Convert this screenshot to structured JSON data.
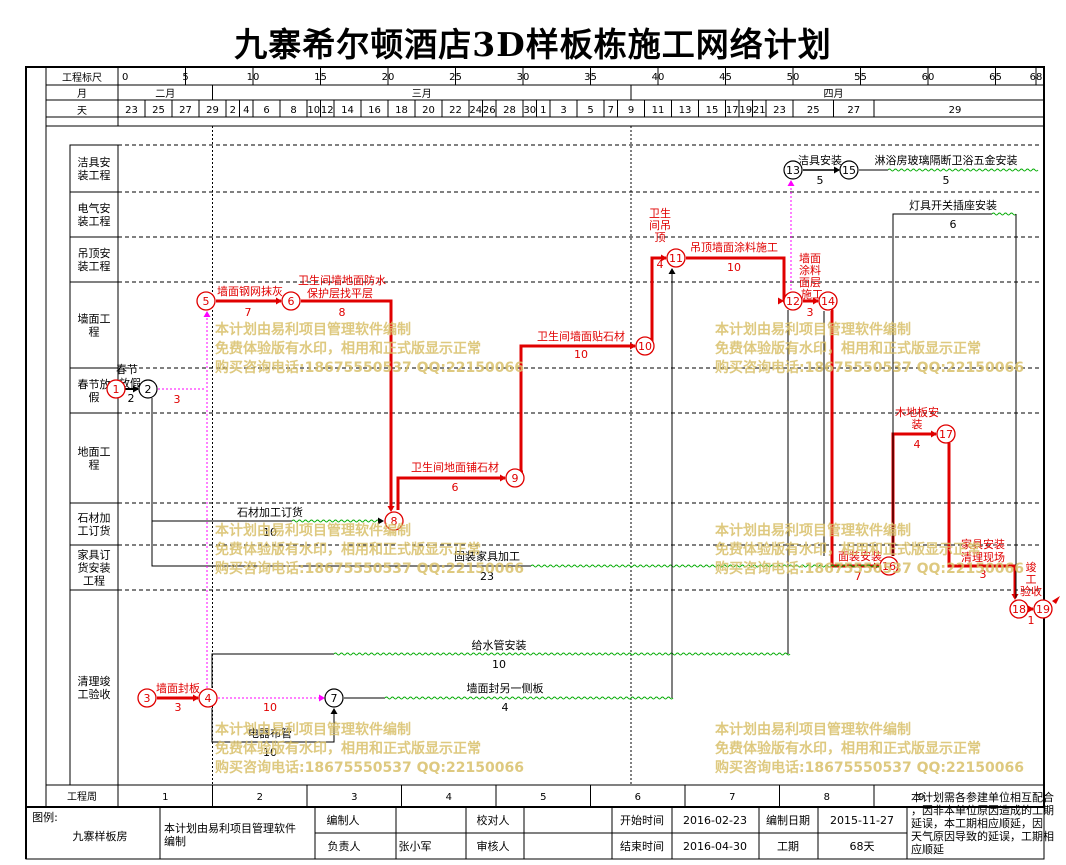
{
  "title": "九寨希尔顿酒店3D样板栋施工网络计划",
  "header": {
    "scale_label": "工程标尺",
    "month_label": "月",
    "day_label": "天",
    "week_label": "工程周",
    "scale_ticks": [
      "0",
      "5",
      "10",
      "15",
      "20",
      "25",
      "30",
      "35",
      "40",
      "45",
      "50",
      "55",
      "60",
      "65",
      "68"
    ],
    "months": [
      "二月",
      "三月",
      "四月"
    ],
    "days": [
      "23",
      "25",
      "27",
      "29",
      "2",
      "4",
      "6",
      "8",
      "10",
      "12",
      "14",
      "16",
      "18",
      "20",
      "22",
      "24",
      "26",
      "28",
      "30",
      "1",
      "3",
      "5",
      "7",
      "9",
      "11",
      "13",
      "15",
      "17",
      "19",
      "21",
      "23",
      "25",
      "27",
      "29"
    ],
    "weeks": [
      "1",
      "2",
      "3",
      "4",
      "5",
      "6",
      "7",
      "8",
      "9"
    ]
  },
  "lanes": [
    "洁具安装工程",
    "电气安装工程",
    "吊顶安装工程",
    "墙面工程",
    "春节放假",
    "地面工程",
    "石材加工订货",
    "家具订货安装工程",
    "清理竣工验收"
  ],
  "nodes": [
    {
      "id": "1",
      "day": 0,
      "lane": "春节放假",
      "critical": true
    },
    {
      "id": "2",
      "day": 2,
      "lane": "春节放假",
      "critical": false
    },
    {
      "id": "3",
      "day": 0,
      "lane": "清理竣工验收",
      "critical": true
    },
    {
      "id": "4",
      "day": 5,
      "lane": "清理竣工验收",
      "critical": true
    },
    {
      "id": "5",
      "day": 5,
      "lane": "墙面工程",
      "critical": true
    },
    {
      "id": "6",
      "day": 12,
      "lane": "墙面工程",
      "critical": true
    },
    {
      "id": "7",
      "day": 15,
      "lane": "清理竣工验收",
      "critical": false
    },
    {
      "id": "8",
      "day": 20,
      "lane": "石材加工订货",
      "critical": true
    },
    {
      "id": "9",
      "day": 26,
      "lane": "地面工程",
      "critical": true
    },
    {
      "id": "10",
      "day": 36,
      "lane": "墙面工程",
      "critical": true
    },
    {
      "id": "11",
      "day": 40,
      "lane": "吊顶安装工程",
      "critical": true
    },
    {
      "id": "12",
      "day": 50,
      "lane": "墙面工程",
      "critical": true
    },
    {
      "id": "13",
      "day": 50,
      "lane": "洁具安装工程",
      "critical": false
    },
    {
      "id": "14",
      "day": 53,
      "lane": "墙面工程",
      "critical": true
    },
    {
      "id": "15",
      "day": 55,
      "lane": "洁具安装工程",
      "critical": false
    },
    {
      "id": "16",
      "day": 60,
      "lane": "家具订货安装工程",
      "critical": true
    },
    {
      "id": "17",
      "day": 64,
      "lane": "地面工程",
      "critical": true
    },
    {
      "id": "18",
      "day": 67,
      "lane": "清理竣工验收",
      "critical": true
    },
    {
      "id": "19",
      "day": 68,
      "lane": "清理竣工验收",
      "critical": true
    }
  ],
  "activities": [
    {
      "name": "春节放假",
      "duration": "2",
      "critical": true
    },
    {
      "name": "",
      "duration": "3",
      "critical": false,
      "dummy": true
    },
    {
      "name": "墙面封板",
      "duration": "3",
      "critical": true
    },
    {
      "name": "墙面钢网抹灰",
      "duration": "7",
      "critical": true
    },
    {
      "name": "卫生间墙地面防水保护层找平层",
      "duration": "8",
      "critical": true
    },
    {
      "name": "卫生间地面铺石材",
      "duration": "6",
      "critical": true
    },
    {
      "name": "卫生间墙面贴石材",
      "duration": "10",
      "critical": true
    },
    {
      "name": "卫生间吊顶",
      "duration": "4",
      "critical": true
    },
    {
      "name": "吊顶墙面涂料施工",
      "duration": "10",
      "critical": true
    },
    {
      "name": "墙面涂料面层施工",
      "duration": "3",
      "critical": true
    },
    {
      "name": "面装安装",
      "duration": "7",
      "critical": true
    },
    {
      "name": "木地板安装",
      "duration": "4",
      "critical": true
    },
    {
      "name": "家具安装清理现场",
      "duration": "3",
      "critical": true
    },
    {
      "name": "竣工验收",
      "duration": "1",
      "critical": true
    },
    {
      "name": "洁具安装",
      "duration": "5",
      "critical": false
    },
    {
      "name": "淋浴房玻璃隔断卫浴五金安装",
      "duration": "5",
      "critical": false
    },
    {
      "name": "灯具开关插座安装",
      "duration": "6",
      "critical": false
    },
    {
      "name": "石材加工订货",
      "duration": "10",
      "critical": false
    },
    {
      "name": "固装家具加工",
      "duration": "23",
      "critical": false
    },
    {
      "name": "给水管安装",
      "duration": "10",
      "critical": false
    },
    {
      "name": "墙面封另一侧板",
      "duration": "4",
      "critical": false
    },
    {
      "name": "电器布管",
      "duration": "10",
      "critical": false
    },
    {
      "name": "",
      "duration": "10",
      "critical": false,
      "dummy": true
    }
  ],
  "watermark": [
    "本计划由易利项目管理软件编制",
    "免费体验版有水印，相用和正式版显示正常",
    "购买咨询电话:18675550537 QQ:22150066"
  ],
  "footer": {
    "legend_label": "图例:",
    "legend_value": "九寨样板房",
    "software_note": "本计划由易利项目管理软件编制",
    "compiler_label": "编制人",
    "compiler_value": "",
    "checker_label": "校对人",
    "checker_value": "",
    "owner_label": "负责人",
    "owner_value": "张小军",
    "reviewer_label": "审核人",
    "reviewer_value": "",
    "start_label": "开始时间",
    "start_value": "2016-02-23",
    "end_label": "结束时间",
    "end_value": "2016-04-30",
    "date_label": "编制日期",
    "date_value": "2015-11-27",
    "duration_label": "工期",
    "duration_value": "68天",
    "note": "本计划需各参建单位相互配合，因非本单位原因造成的工期延误，本工期相应顺延，因天气原因导致的延误，工期相应顺延"
  },
  "colors": {
    "critical": "#e00000",
    "normal": "#000000",
    "free_float": "#00aa00",
    "dummy_link": "#ff00ff"
  }
}
